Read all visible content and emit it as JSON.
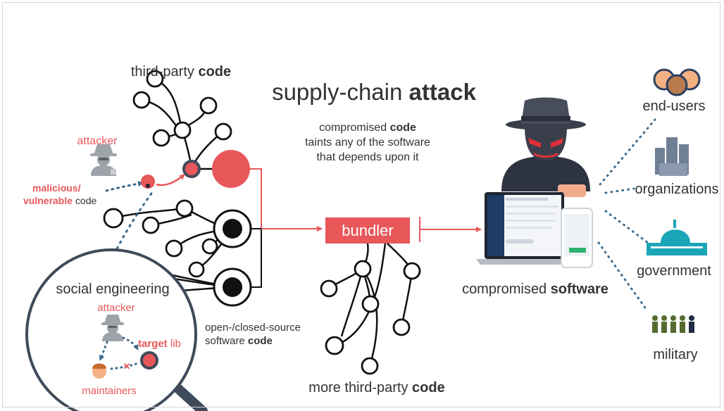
{
  "title": {
    "prefix": "supply-chain",
    "emph": "attack"
  },
  "subtitle": {
    "line1_prefix": "compromised",
    "line1_emph": "code",
    "line2": "taints any of the software",
    "line3": "that depends upon it"
  },
  "third_party_label": {
    "prefix": "third-party",
    "emph": "code"
  },
  "attacker_label": "attacker",
  "malicious_label": {
    "line1": "malicious/",
    "line2_red": "vulnerable",
    "line2_rest": "code"
  },
  "open_closed_label": {
    "line1": "open-/closed-source",
    "line2_prefix": "software",
    "line2_emph": "code"
  },
  "bundler_label": "bundler",
  "more_third_party_label": {
    "prefix": "more third-party",
    "emph": "code"
  },
  "compromised_software_label": {
    "prefix": "compromised",
    "emph": "software"
  },
  "social_engineering": {
    "title": "social engineering",
    "attacker": "attacker",
    "target_emph": "target",
    "target_rest": "lib",
    "maintainers": "maintainers"
  },
  "targets": {
    "end_users": "end-users",
    "organizations": "organizations",
    "government": "government",
    "military": "military"
  },
  "colors": {
    "accent": "#e8575a",
    "dark": "#333333",
    "slate": "#4a5a6e",
    "dots": "#3d6a8c"
  }
}
